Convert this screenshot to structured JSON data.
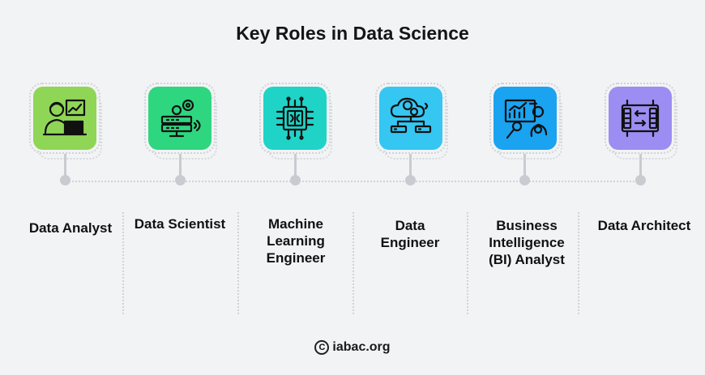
{
  "title": "Key Roles in Data Science",
  "roles": [
    {
      "label": "Data Analyst",
      "icon": "data-analyst-icon",
      "color": "#8fd656"
    },
    {
      "label": "Data Scientist",
      "icon": "data-scientist-icon",
      "color": "#2ed67f"
    },
    {
      "label": "Machine Learning Engineer",
      "icon": "machine-learning-icon",
      "color": "#1fd3c7"
    },
    {
      "label": "Data Engineer",
      "icon": "cloud-database-icon",
      "color": "#35c6f2"
    },
    {
      "label": "Business Intelligence (BI) Analyst",
      "icon": "bi-analytics-icon",
      "color": "#1aa3f0"
    },
    {
      "label": "Data Architect",
      "icon": "data-architecture-icon",
      "color": "#9b8df2"
    }
  ],
  "footer": {
    "logo_letter": "C",
    "brand": "iabac.org"
  }
}
